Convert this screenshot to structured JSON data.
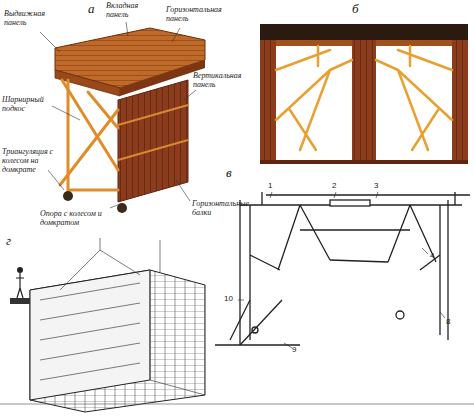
{
  "diagram": {
    "labels": [
      "а",
      "б",
      "в",
      "г",
      "Выдвижная панель",
      "Вкладная панель",
      "Горизонтальная панель",
      "Шарнирный подкос",
      "Вертикальная панель",
      "Триангуляция с колесом на домкрате",
      "Горизонтальные балки",
      "Опора с колесом и домкратом",
      "1",
      "2",
      "3",
      "4",
      "8",
      "9",
      "10"
    ]
  }
}
